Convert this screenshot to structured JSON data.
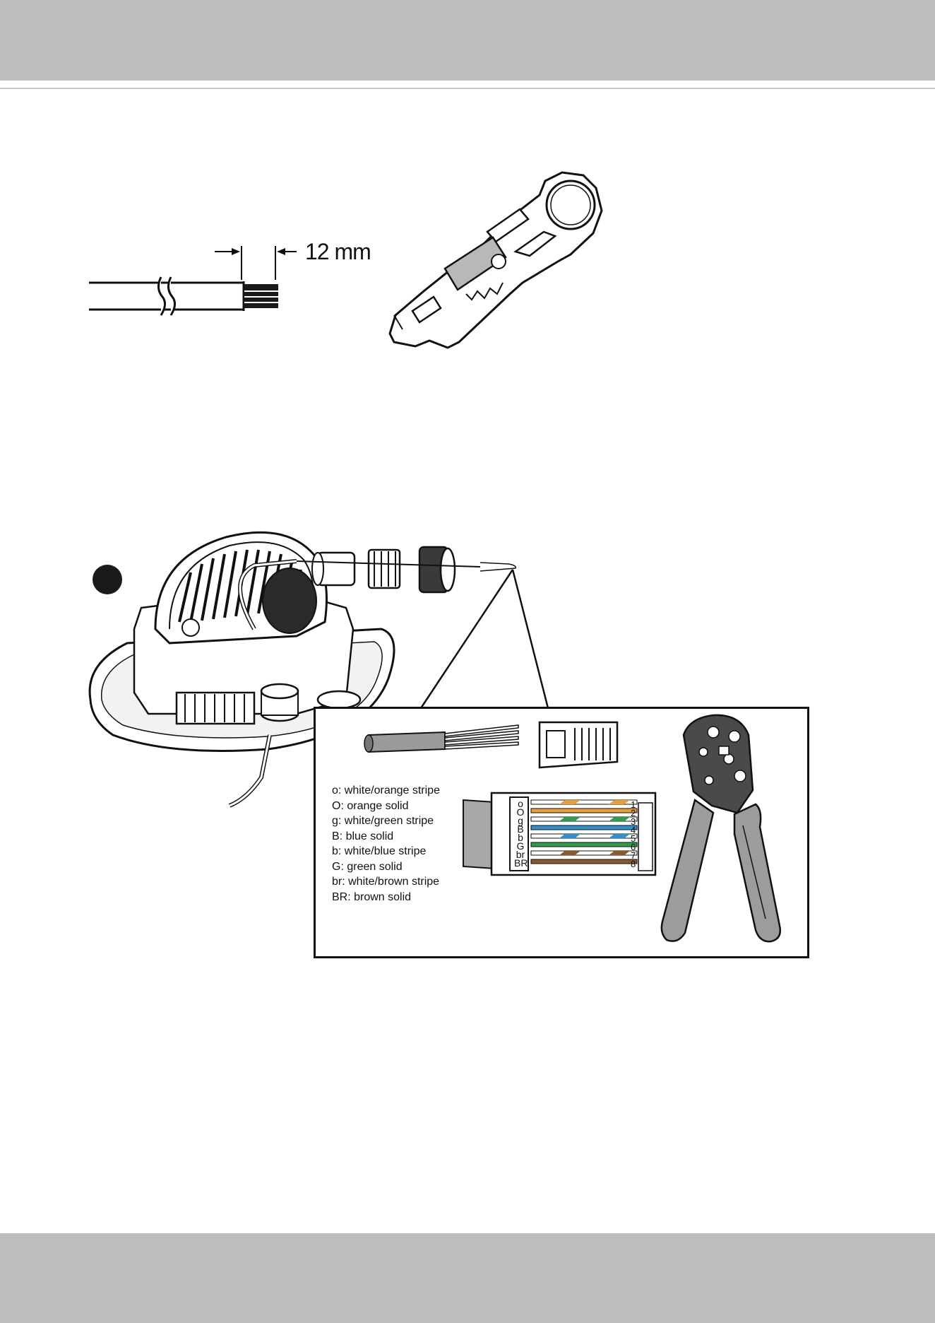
{
  "page": {
    "header_color": "#bcbebd",
    "footer_color": "#bcbebd"
  },
  "figure_strip": {
    "dimension_label": "12 mm"
  },
  "figure_install": {
    "legend": [
      "o: white/orange stripe",
      "O: orange solid",
      "g: white/green stripe",
      "B: blue solid",
      "b: white/blue stripe",
      "G: green solid",
      "br: white/brown stripe",
      "BR: brown solid"
    ],
    "pins": [
      {
        "code": "o",
        "number": "1",
        "color": "#e8a13a",
        "striped": true
      },
      {
        "code": "O",
        "number": "2",
        "color": "#e8a13a",
        "striped": false
      },
      {
        "code": "g",
        "number": "3",
        "color": "#2f9e4a",
        "striped": true
      },
      {
        "code": "B",
        "number": "4",
        "color": "#2f8fd0",
        "striped": false
      },
      {
        "code": "b",
        "number": "5",
        "color": "#2f8fd0",
        "striped": true
      },
      {
        "code": "G",
        "number": "6",
        "color": "#2f9e4a",
        "striped": false
      },
      {
        "code": "br",
        "number": "7",
        "color": "#8a5a2b",
        "striped": true
      },
      {
        "code": "BR",
        "number": "8",
        "color": "#8a5a2b",
        "striped": false
      }
    ]
  }
}
